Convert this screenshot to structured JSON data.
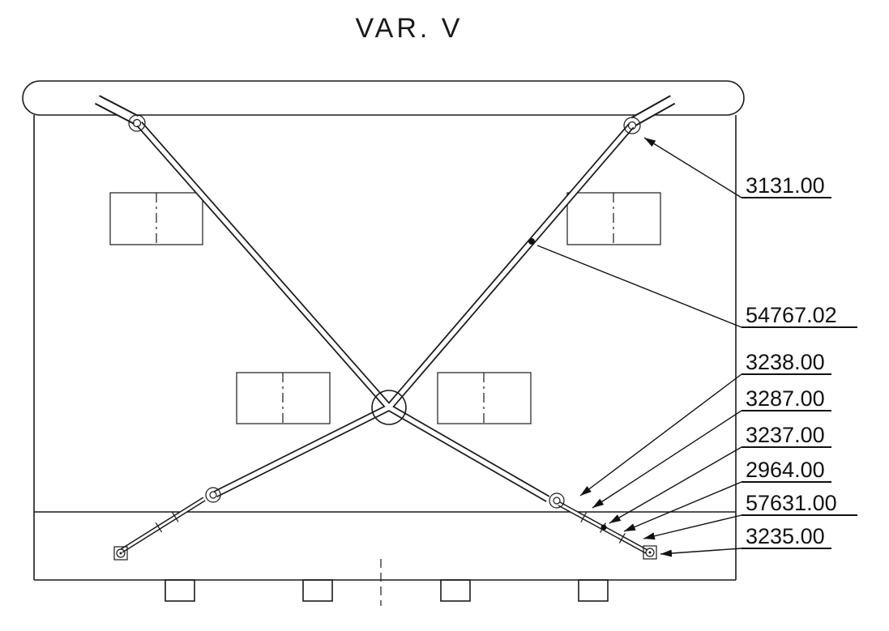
{
  "title": "VAR. V",
  "callouts": [
    {
      "label": "3131.00"
    },
    {
      "label": "54767.02"
    },
    {
      "label": "3238.00"
    },
    {
      "label": "3287.00"
    },
    {
      "label": "3237.00"
    },
    {
      "label": "2964.00"
    },
    {
      "label": "57631.00"
    },
    {
      "label": "3235.00"
    }
  ],
  "colors": {
    "line": "#1a1a1a",
    "background": "#ffffff"
  }
}
